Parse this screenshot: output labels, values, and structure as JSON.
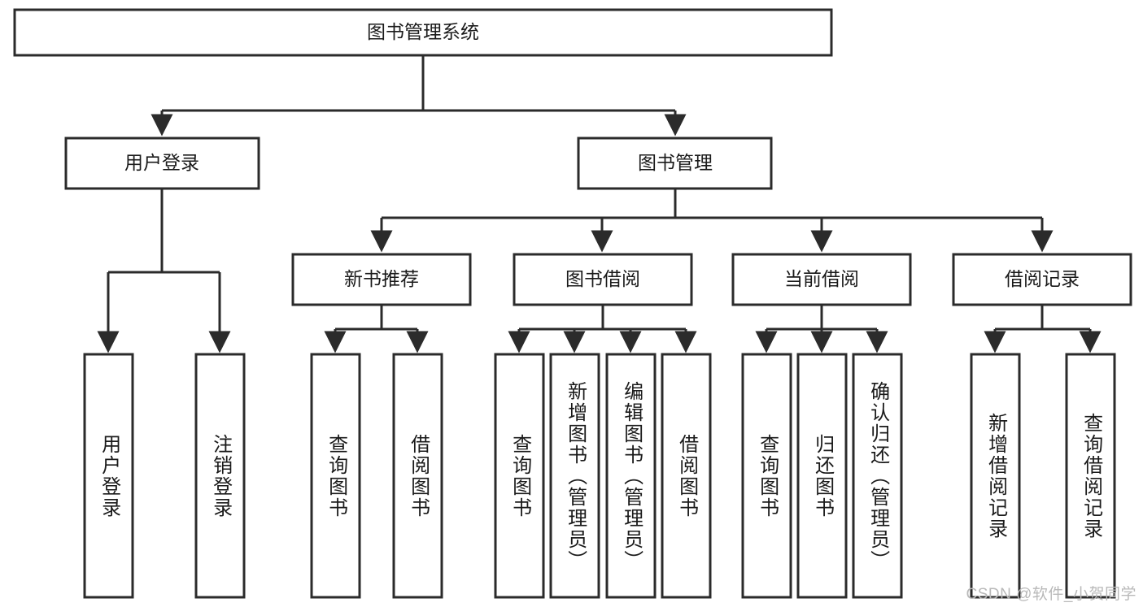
{
  "title": "图书管理系统",
  "watermark": "CSDN @软件_小贺同学",
  "colors": {
    "stroke": "#2b2b2b",
    "box_fill": "#ffffff",
    "text": "#1a1a1a",
    "background": "#ffffff",
    "watermark": "#b9b9b9"
  },
  "chart_data": {
    "type": "diagram",
    "title": "图书管理系统",
    "diagram_kind": "tree / functional structure chart",
    "orientation": "top-down",
    "levels": 4,
    "nodes": [
      {
        "id": "root",
        "label": "图书管理系统",
        "level": 0,
        "parent": null
      },
      {
        "id": "login",
        "label": "用户登录",
        "level": 1,
        "parent": "root"
      },
      {
        "id": "bookmgmt",
        "label": "图书管理",
        "level": 1,
        "parent": "root"
      },
      {
        "id": "newbook",
        "label": "新书推荐",
        "level": 2,
        "parent": "bookmgmt"
      },
      {
        "id": "borrow",
        "label": "图书借阅",
        "level": 2,
        "parent": "bookmgmt"
      },
      {
        "id": "current",
        "label": "当前借阅",
        "level": 2,
        "parent": "bookmgmt"
      },
      {
        "id": "records",
        "label": "借阅记录",
        "level": 2,
        "parent": "bookmgmt"
      },
      {
        "id": "leaf1",
        "label": "用户登录",
        "level": 2,
        "parent": "login"
      },
      {
        "id": "leaf2",
        "label": "注销登录",
        "level": 2,
        "parent": "login"
      },
      {
        "id": "leaf3",
        "label": "查询图书",
        "level": 3,
        "parent": "newbook"
      },
      {
        "id": "leaf4",
        "label": "借阅图书",
        "level": 3,
        "parent": "newbook"
      },
      {
        "id": "leaf5",
        "label": "查询图书",
        "level": 3,
        "parent": "borrow"
      },
      {
        "id": "leaf6",
        "label": "新增图书（管理员）",
        "level": 3,
        "parent": "borrow"
      },
      {
        "id": "leaf7",
        "label": "编辑图书（管理员）",
        "level": 3,
        "parent": "borrow"
      },
      {
        "id": "leaf8",
        "label": "借阅图书",
        "level": 3,
        "parent": "borrow"
      },
      {
        "id": "leaf9",
        "label": "查询图书",
        "level": 3,
        "parent": "current"
      },
      {
        "id": "leaf10",
        "label": "归还图书",
        "level": 3,
        "parent": "current"
      },
      {
        "id": "leaf11",
        "label": "确认归还（管理员）",
        "level": 3,
        "parent": "current"
      },
      {
        "id": "leaf12",
        "label": "新增借阅记录",
        "level": 3,
        "parent": "records"
      },
      {
        "id": "leaf13",
        "label": "查询借阅记录",
        "level": 3,
        "parent": "records"
      }
    ]
  },
  "root_node": {
    "label": "图书管理系统"
  },
  "level1": [
    {
      "label": "用户登录"
    },
    {
      "label": "图书管理"
    }
  ],
  "level2": [
    {
      "label": "新书推荐"
    },
    {
      "label": "图书借阅"
    },
    {
      "label": "当前借阅"
    },
    {
      "label": "借阅记录"
    }
  ],
  "leaves": {
    "login": [
      {
        "label": "用户登录"
      },
      {
        "label": "注销登录"
      }
    ],
    "newbook": [
      {
        "label": "查询图书"
      },
      {
        "label": "借阅图书"
      }
    ],
    "borrow": [
      {
        "label": "查询图书"
      },
      {
        "label": "新增图书（管理员）"
      },
      {
        "label": "编辑图书（管理员）"
      },
      {
        "label": "借阅图书"
      }
    ],
    "current": [
      {
        "label": "查询图书"
      },
      {
        "label": "归还图书"
      },
      {
        "label": "确认归还（管理员）"
      }
    ],
    "records": [
      {
        "label": "新增借阅记录"
      },
      {
        "label": "查询借阅记录"
      }
    ]
  }
}
